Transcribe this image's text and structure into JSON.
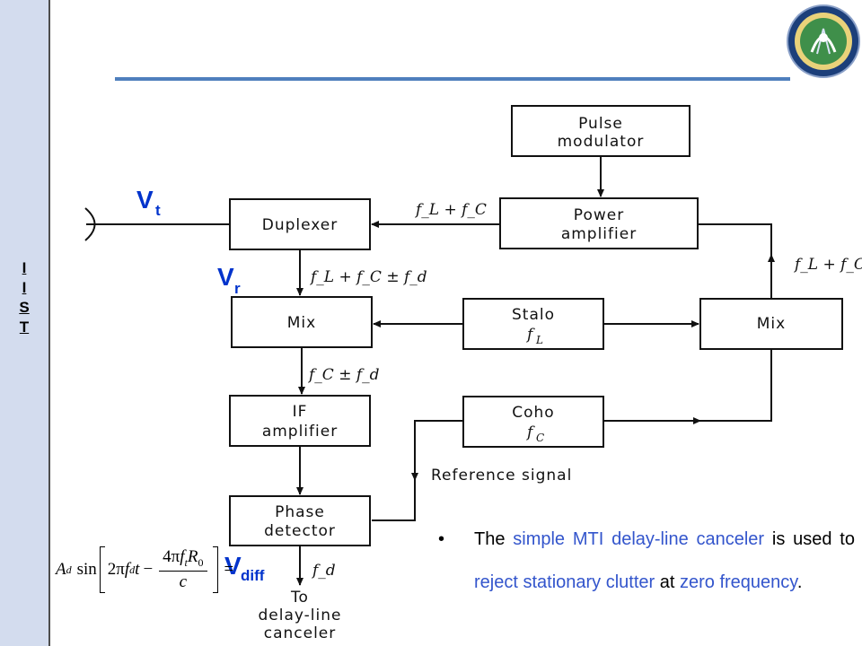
{
  "sidebar": {
    "letters": [
      "I",
      "I",
      "S",
      "T"
    ]
  },
  "blocks": {
    "pulse_modulator": [
      "Pulse",
      "modulator"
    ],
    "power_amplifier": [
      "Power",
      "amplifier"
    ],
    "duplexer": [
      "Duplexer"
    ],
    "mix_receiver": [
      "Mix"
    ],
    "stalo": [
      "Stalo",
      "f"
    ],
    "stalo_sub": "L",
    "mix_tx": [
      "Mix"
    ],
    "coho": [
      "Coho",
      "f"
    ],
    "coho_sub": "C",
    "if_amplifier": [
      "IF",
      "amplifier"
    ],
    "phase_detector": [
      "Phase",
      "detector"
    ],
    "output": [
      "To",
      "delay-line",
      "canceler"
    ]
  },
  "frequency_labels": {
    "duplexer_input": "f_L + f_C",
    "mix_output": "f_L + f_C",
    "received": "f_L + f_C ± f_d",
    "if": "f_C ± f_d",
    "phase_detector_output": "f_d"
  },
  "reference_signal": "Reference signal",
  "voltage_labels": {
    "vt": {
      "main": "V",
      "sub": "t"
    },
    "vr": {
      "main": "V",
      "sub": "r"
    },
    "vdiff": {
      "main": "V",
      "sub": "diff"
    }
  },
  "equation": {
    "amp": "A",
    "amp_sub": "d",
    "func": "sin",
    "term1_coef": "2π",
    "term1_var": "f",
    "term1_sub": "d",
    "term1_t": "t",
    "minus": "−",
    "frac_num_coef": "4π",
    "frac_num_f": "f",
    "frac_num_f_sub": "t",
    "frac_num_R": "R",
    "frac_num_R_sub": "0",
    "frac_den": "c",
    "equals": "="
  },
  "bullet": {
    "marker": "•",
    "parts": [
      {
        "text": "The ",
        "highlight": false
      },
      {
        "text": "simple MTI delay-line canceler",
        "highlight": true
      },
      {
        "text": " is used to ",
        "highlight": false
      },
      {
        "text": "reject stationary clutter",
        "highlight": true
      },
      {
        "text": " at ",
        "highlight": false
      },
      {
        "text": "zero frequency",
        "highlight": true
      },
      {
        "text": ".",
        "highlight": false
      }
    ]
  },
  "colors": {
    "accent_text": "#3355cc",
    "voltage_label": "#0033cc",
    "header_line": "#4f7fbd",
    "sidebar": "#d3dcee"
  }
}
